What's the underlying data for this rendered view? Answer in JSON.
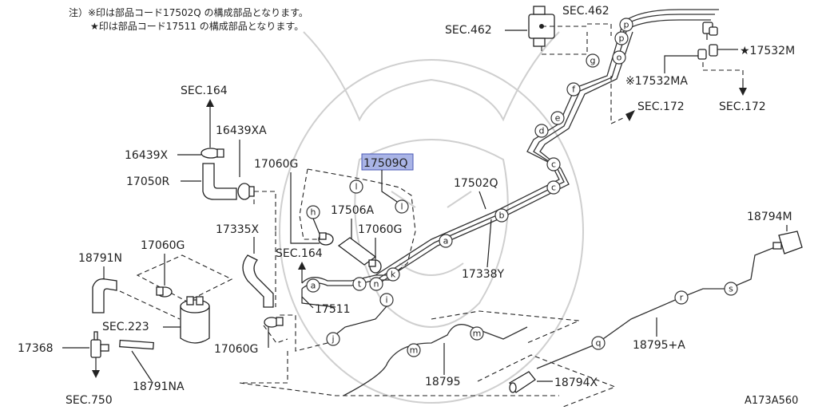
{
  "diagram": {
    "notes": {
      "line1": "注）※印は部品コード17502Q の構成部品となります。",
      "line2": "★印は部品コード17511 の構成部品となります。"
    },
    "figure_code": "A173A560",
    "labels": {
      "sec462_top": "SEC.462",
      "sec462_left": "SEC.462",
      "p17532m": "★17532M",
      "p17532ma": "※17532MA",
      "sec172_mid": "SEC.172",
      "sec172_right": "SEC.172",
      "sec164_top": "SEC.164",
      "p16439xa": "16439XA",
      "p16439x": "16439X",
      "p17050r": "17050R",
      "p17060g_a": "17060G",
      "p17509q": "17509Q",
      "p17506a": "17506A",
      "p17060g_b": "17060G",
      "p17502q": "17502Q",
      "p17335x": "17335X",
      "sec164_mid": "SEC.164",
      "p17338y": "17338Y",
      "p18791n": "18791N",
      "p17060g_c": "17060G",
      "p17511": "17511",
      "sec223": "SEC.223",
      "p17368": "17368",
      "p17060g_d": "17060G",
      "p18791na": "18791NA",
      "sec750": "SEC.750",
      "p18794m": "18794M",
      "p18795a": "18795+A",
      "p18795": "18795",
      "p18794x": "18794X"
    },
    "bubbles": {
      "p1": "p",
      "p2": "p",
      "g": "g",
      "o": "o",
      "f": "f",
      "e": "e",
      "d": "d",
      "c1": "c",
      "c2": "c",
      "b": "b",
      "a": "a",
      "l1": "l",
      "l2": "l",
      "h": "h",
      "k": "k",
      "t": "t",
      "n": "n",
      "i": "i",
      "a2": "a",
      "j": "j",
      "m1": "m",
      "m2": "m",
      "q": "q",
      "r": "r",
      "s": "s"
    }
  }
}
